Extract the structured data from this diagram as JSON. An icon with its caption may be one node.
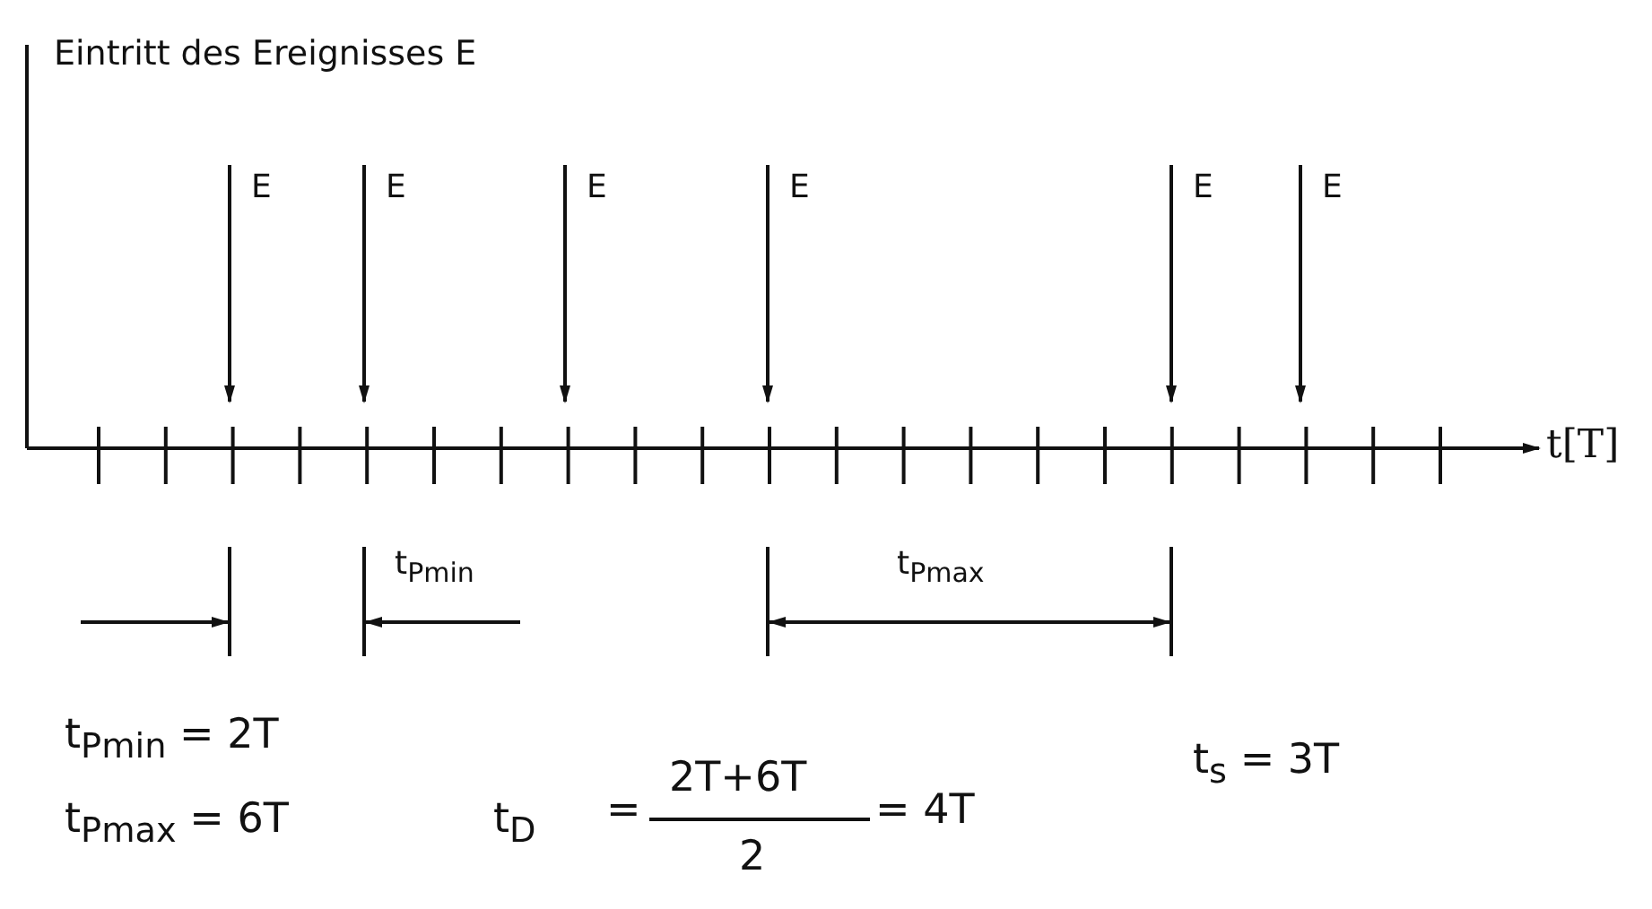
{
  "diagram": {
    "labels": [
      "Eintritt des Ereignisses E",
      "E",
      "E",
      "E",
      "E",
      "E",
      "E",
      "t[T]",
      "t$_{Pmin}$",
      "t$_{Pmax}$",
      "t$_{Pmin}$ = 2T",
      "t$_{Pmax}$ = 6T",
      "t$_{D}$",
      "=",
      "2T+6T",
      "2",
      "= 4T",
      "t$_{s}$ = 3T"
    ]
  }
}
